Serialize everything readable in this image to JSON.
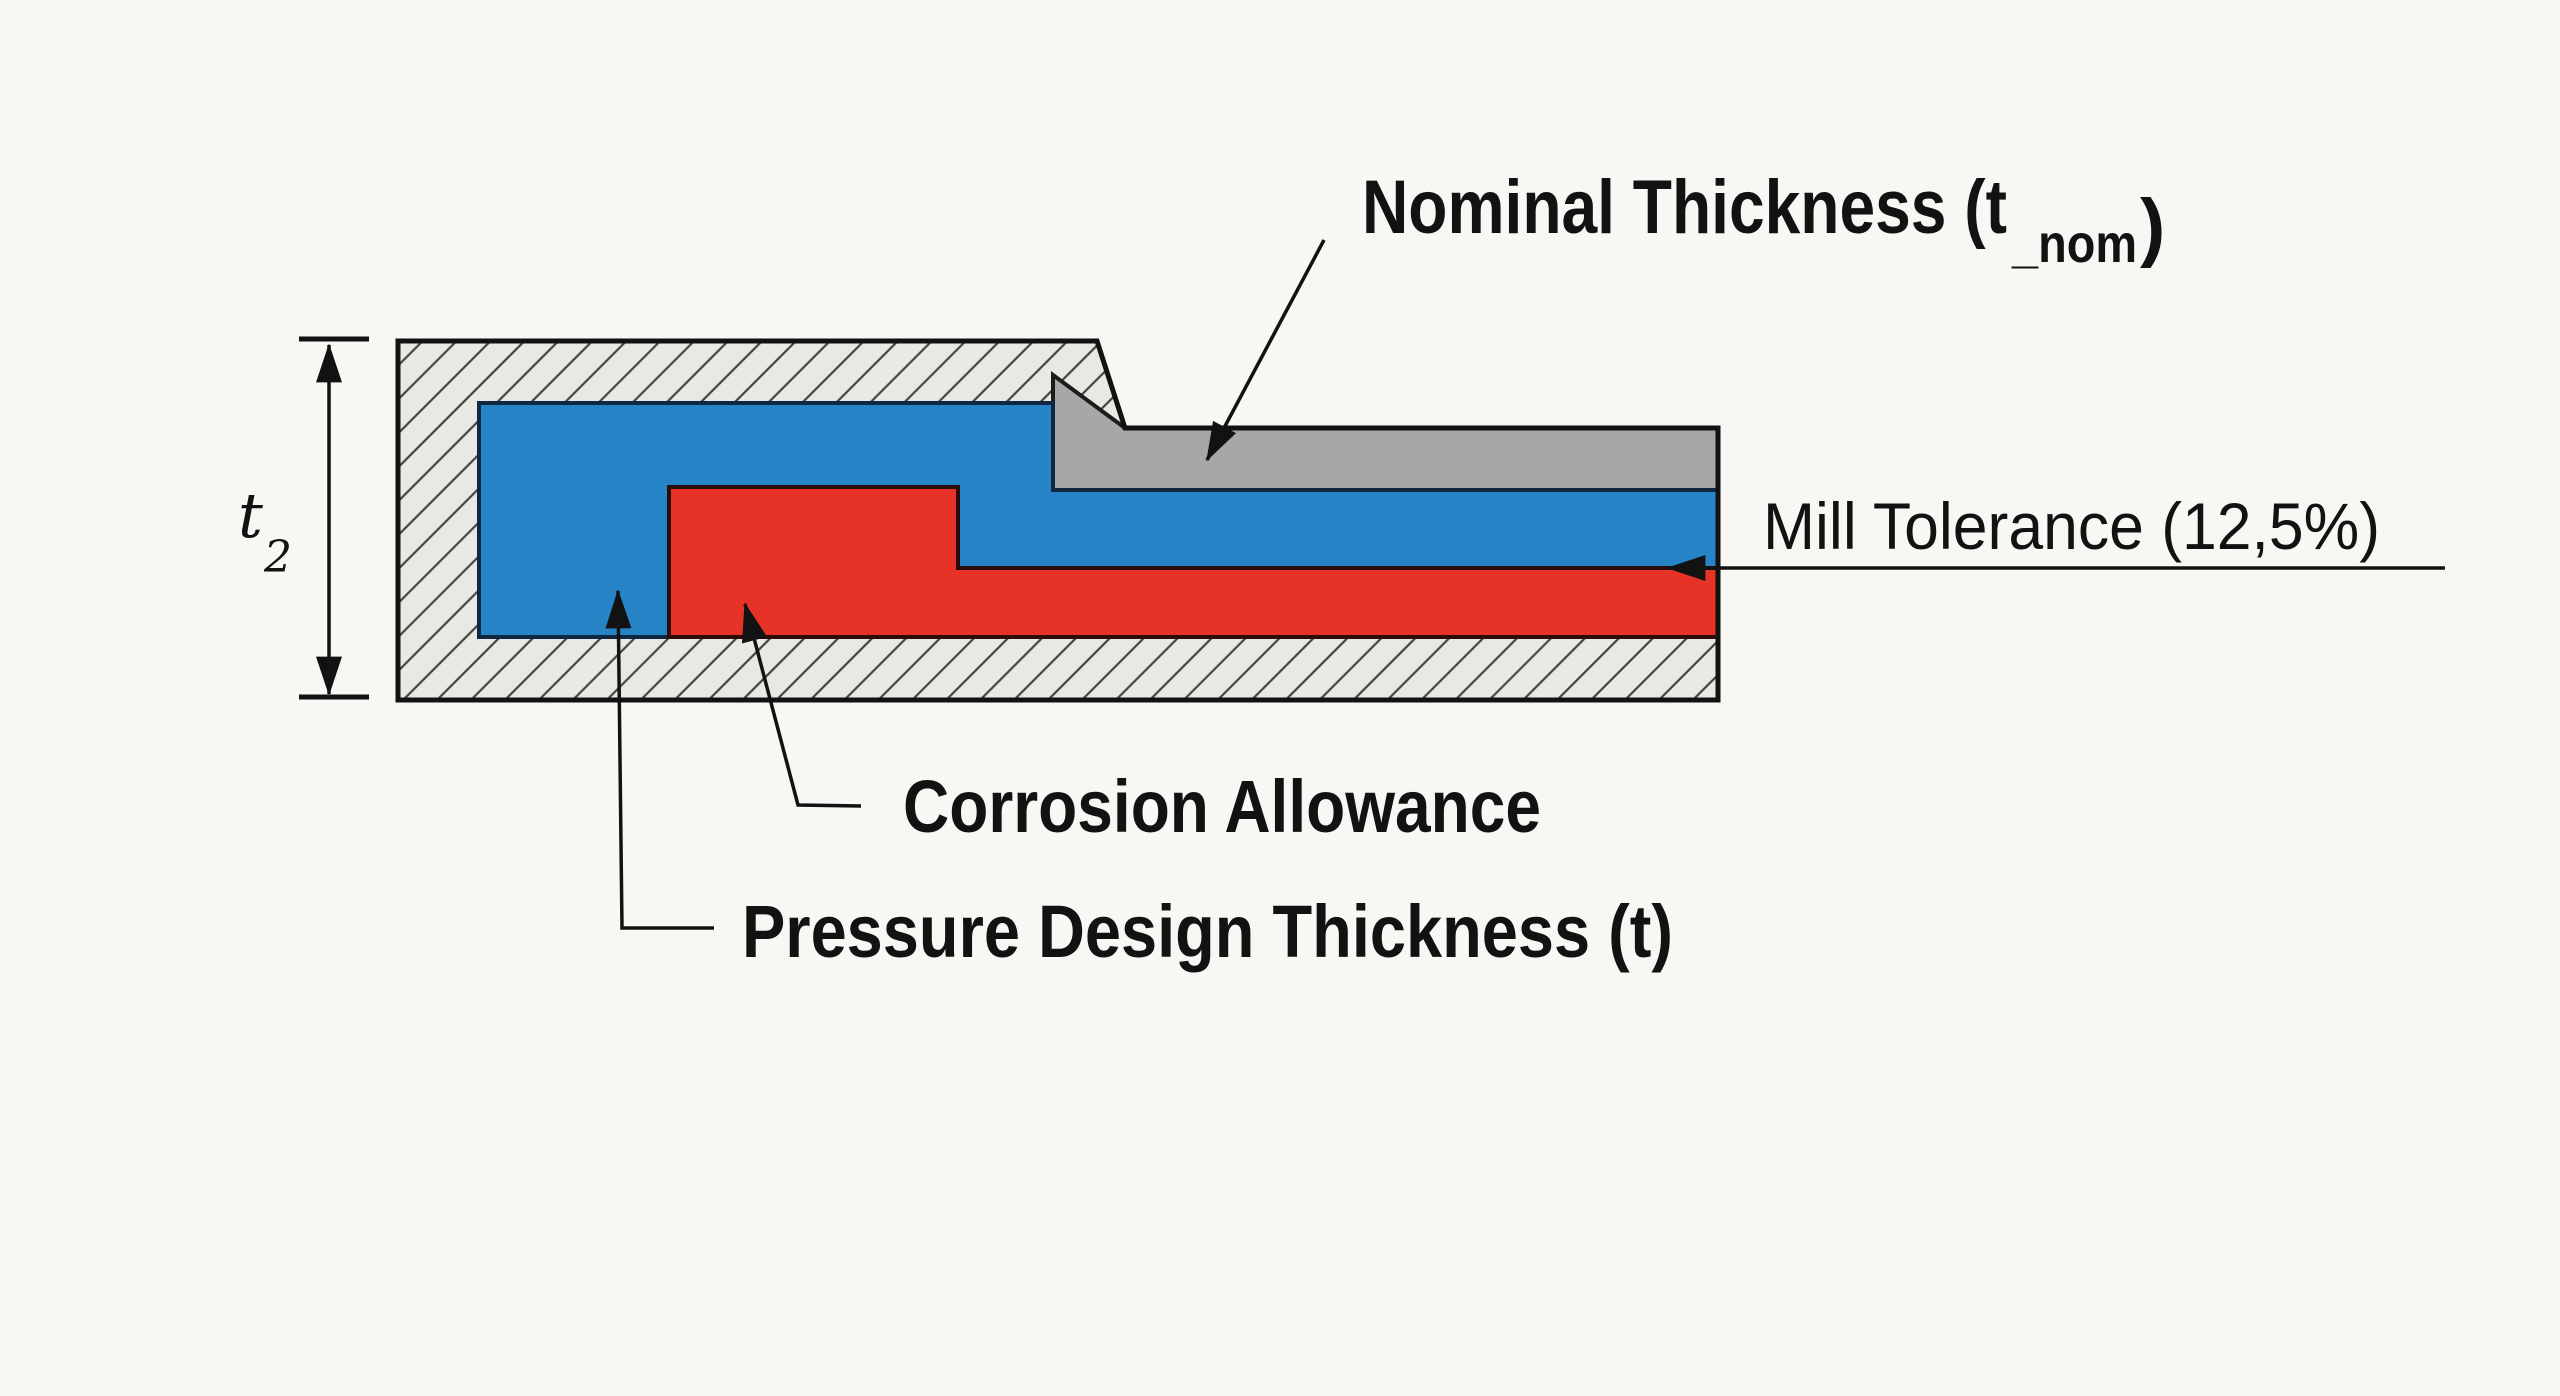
{
  "labels": {
    "nominal": {
      "main": "Nominal Thickness (t",
      "sub": "_nom",
      "close": ")"
    },
    "mill": "Mill Tolerance (12,5%)",
    "corrosion": "Corrosion Allowance",
    "pressure": "Pressure Design Thickness (t)",
    "t2": {
      "main": "t",
      "sub": "2"
    }
  },
  "colors": {
    "background": "#f8f7f4",
    "wall_hatch_fill": "#e9e8e4",
    "hatch_line": "#45443f",
    "outline": "#121212",
    "gray_band": "#a7a7a5",
    "blue_band": "#2583c6",
    "red_band": "#e73227",
    "text": "#121212"
  }
}
